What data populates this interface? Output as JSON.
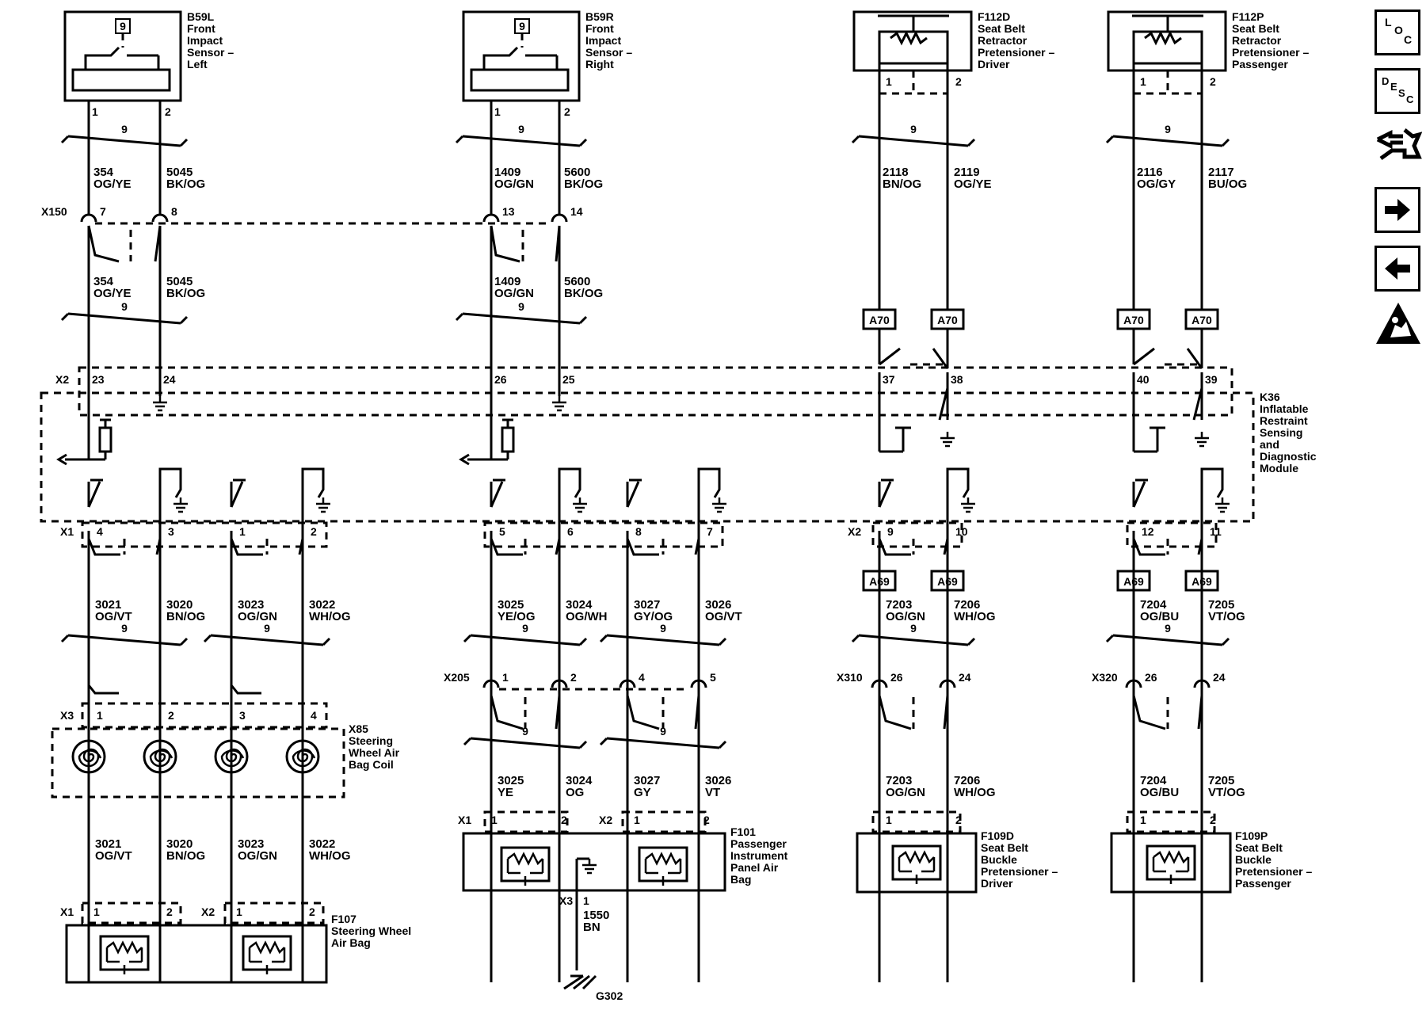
{
  "components": {
    "b59l": {
      "ref": "B59L",
      "lines": [
        "Front",
        "Impact",
        "Sensor –",
        "Left"
      ],
      "badge": "9"
    },
    "b59r": {
      "ref": "B59R",
      "lines": [
        "Front",
        "Impact",
        "Sensor –",
        "Right"
      ],
      "badge": "9"
    },
    "f112d": {
      "ref": "F112D",
      "lines": [
        "Seat Belt",
        "Retractor",
        "Pretensioner –",
        "Driver"
      ]
    },
    "f112p": {
      "ref": "F112P",
      "lines": [
        "Seat Belt",
        "Retractor",
        "Pretensioner –",
        "Passenger"
      ]
    },
    "k36": {
      "ref": "K36",
      "lines": [
        "Inflatable",
        "Restraint",
        "Sensing",
        "and",
        "Diagnostic",
        "Module"
      ]
    },
    "x85": {
      "ref": "X85",
      "lines": [
        "Steering",
        "Wheel Air",
        "Bag Coil"
      ]
    },
    "f107": {
      "ref": "F107",
      "lines": [
        "Steering Wheel",
        "Air Bag"
      ]
    },
    "f101": {
      "ref": "F101",
      "lines": [
        "Passenger",
        "Instrument",
        "Panel Air",
        "Bag"
      ]
    },
    "f109d": {
      "ref": "F109D",
      "lines": [
        "Seat Belt",
        "Buckle",
        "Pretensioner –",
        "Driver"
      ]
    },
    "f109p": {
      "ref": "F109P",
      "lines": [
        "Seat Belt",
        "Buckle",
        "Pretensioner –",
        "Passenger"
      ]
    },
    "g302": {
      "ref": "G302"
    }
  },
  "connectors": {
    "x150": "X150",
    "x2": "X2",
    "x1": "X1",
    "x3": "X3",
    "x205": "X205",
    "x310": "X310",
    "x320": "X320"
  },
  "wire_labels": {
    "b59l_upper": [
      {
        "circuit": "354",
        "color": "OG/YE"
      },
      {
        "circuit": "5045",
        "color": "BK/OG"
      }
    ],
    "b59l_lower": [
      {
        "circuit": "354",
        "color": "OG/YE"
      },
      {
        "circuit": "5045",
        "color": "BK/OG"
      }
    ],
    "b59r_upper": [
      {
        "circuit": "1409",
        "color": "OG/GN"
      },
      {
        "circuit": "5600",
        "color": "BK/OG"
      }
    ],
    "b59r_lower": [
      {
        "circuit": "1409",
        "color": "OG/GN"
      },
      {
        "circuit": "5600",
        "color": "BK/OG"
      }
    ],
    "f112d": [
      {
        "circuit": "2118",
        "color": "BN/OG"
      },
      {
        "circuit": "2119",
        "color": "OG/YE"
      }
    ],
    "f112p": [
      {
        "circuit": "2116",
        "color": "OG/GY"
      },
      {
        "circuit": "2117",
        "color": "BU/OG"
      }
    ],
    "steering_upper": [
      {
        "circuit": "3021",
        "color": "OG/VT"
      },
      {
        "circuit": "3020",
        "color": "BN/OG"
      },
      {
        "circuit": "3023",
        "color": "OG/GN"
      },
      {
        "circuit": "3022",
        "color": "WH/OG"
      }
    ],
    "steering_lower": [
      {
        "circuit": "3021",
        "color": "OG/VT"
      },
      {
        "circuit": "3020",
        "color": "BN/OG"
      },
      {
        "circuit": "3023",
        "color": "OG/GN"
      },
      {
        "circuit": "3022",
        "color": "WH/OG"
      }
    ],
    "passenger_upper": [
      {
        "circuit": "3025",
        "color": "YE/OG"
      },
      {
        "circuit": "3024",
        "color": "OG/WH"
      },
      {
        "circuit": "3027",
        "color": "GY/OG"
      },
      {
        "circuit": "3026",
        "color": "OG/VT"
      }
    ],
    "passenger_lower": [
      {
        "circuit": "3025",
        "color": "YE"
      },
      {
        "circuit": "3024",
        "color": "OG"
      },
      {
        "circuit": "3027",
        "color": "GY"
      },
      {
        "circuit": "3026",
        "color": "VT"
      }
    ],
    "f109d_upper": [
      {
        "circuit": "7203",
        "color": "OG/GN"
      },
      {
        "circuit": "7206",
        "color": "WH/OG"
      }
    ],
    "f109d_lower": [
      {
        "circuit": "7203",
        "color": "OG/GN"
      },
      {
        "circuit": "7206",
        "color": "WH/OG"
      }
    ],
    "f109p_upper": [
      {
        "circuit": "7204",
        "color": "OG/BU"
      },
      {
        "circuit": "7205",
        "color": "VT/OG"
      }
    ],
    "f109p_lower": [
      {
        "circuit": "7204",
        "color": "OG/BU"
      },
      {
        "circuit": "7205",
        "color": "VT/OG"
      }
    ],
    "g302": {
      "circuit": "1550",
      "color": "BN"
    }
  },
  "twist": "9",
  "tags": {
    "a70": "A70",
    "a69": "A69"
  },
  "nav": {
    "loc": "LOC",
    "desc": "DESC"
  }
}
